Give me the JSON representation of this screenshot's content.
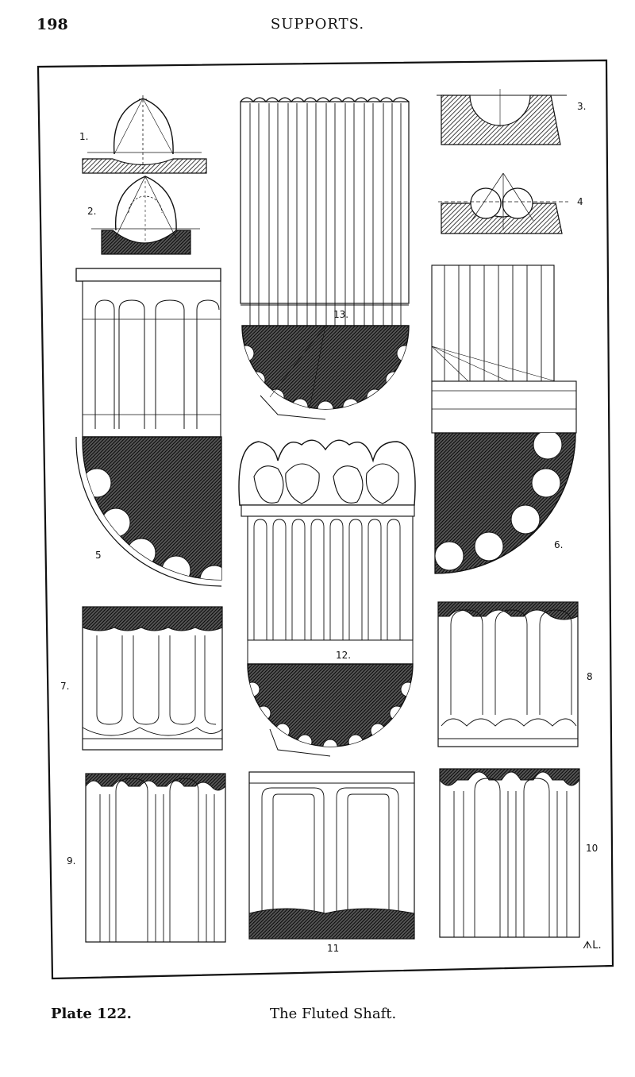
{
  "header": {
    "page_number": "198",
    "running_head": "SUPPORTS."
  },
  "plate": {
    "figure_labels": [
      "1.",
      "2.",
      "3.",
      "4",
      "5",
      "6.",
      "7.",
      "8",
      "9.",
      "10",
      "11",
      "12.",
      "13."
    ],
    "monogram": "ᗑL."
  },
  "caption": {
    "plate_label": "Plate 122.",
    "title": "The Fluted Shaft."
  }
}
